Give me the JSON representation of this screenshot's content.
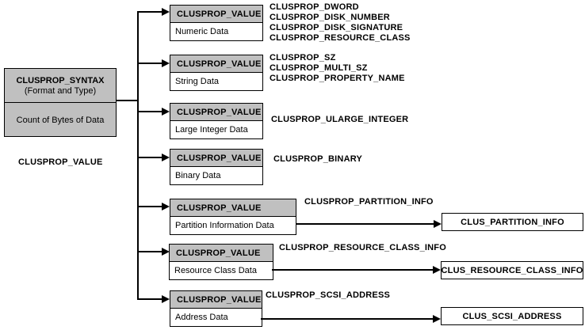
{
  "diagram": {
    "root_box": {
      "title": "CLUSPROP_SYNTAX",
      "subtitle": "(Format and Type)",
      "body": "Count of Bytes of Data"
    },
    "root_label": "CLUSPROP_VALUE",
    "value_box_header": "CLUSPROP_VALUE",
    "rows": [
      {
        "body": "Numeric Data",
        "labels": [
          "CLUSPROP_DWORD",
          "CLUSPROP_DISK_NUMBER",
          "CLUSPROP_DISK_SIGNATURE",
          "CLUSPROP_RESOURCE_CLASS"
        ]
      },
      {
        "body": "String Data",
        "labels": [
          "CLUSPROP_SZ",
          "CLUSPROP_MULTI_SZ",
          "CLUSPROP_PROPERTY_NAME"
        ]
      },
      {
        "body": "Large Integer Data",
        "labels": [
          "CLUSPROP_ULARGE_INTEGER"
        ]
      },
      {
        "body": "Binary Data",
        "labels": [
          "CLUSPROP_BINARY"
        ]
      },
      {
        "body": "Partition Information Data",
        "labels": [
          "CLUSPROP_PARTITION_INFO"
        ],
        "target": "CLUS_PARTITION_INFO"
      },
      {
        "body": "Resource Class Data",
        "labels": [
          "CLUSPROP_RESOURCE_CLASS_INFO"
        ],
        "target": "CLUS_RESOURCE_CLASS_INFO"
      },
      {
        "body": "Address Data",
        "labels": [
          "CLUSPROP_SCSI_ADDRESS"
        ],
        "target": "CLUS_SCSI_ADDRESS"
      }
    ],
    "colors": {
      "box_fill": "#c0c0c0",
      "box_border": "#000000",
      "line": "#000000",
      "background": "#ffffff",
      "text": "#000000"
    }
  }
}
